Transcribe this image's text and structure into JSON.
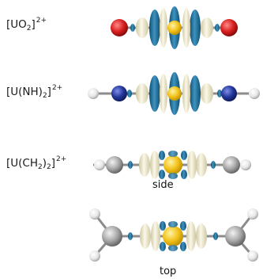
{
  "molecules": [
    {
      "parts": [
        [
          "t",
          "[UO"
        ],
        [
          "sub",
          "2"
        ],
        [
          "t",
          "]"
        ],
        [
          "sup",
          "2+"
        ]
      ]
    },
    {
      "parts": [
        [
          "t",
          "[U(NH)"
        ],
        [
          "sub",
          "2"
        ],
        [
          "t",
          "]"
        ],
        [
          "sup",
          "2+"
        ]
      ]
    },
    {
      "parts": [
        [
          "t",
          "[U(CH"
        ],
        [
          "sub",
          "2"
        ],
        [
          "t",
          ")"
        ],
        [
          "sub",
          "2"
        ],
        [
          "t",
          "]"
        ],
        [
          "sup",
          "2+"
        ]
      ]
    }
  ],
  "views": {
    "side": "side",
    "top": "top"
  },
  "colors": {
    "uranium": "#f2c21a",
    "oxygen": "#d81e1e",
    "nitrogen": "#23379a",
    "carbon": "#9a9a9a",
    "hydrogen": "#e9e9e9",
    "orbital_dark": "#1f6b96",
    "orbital_light": "#f1edd2",
    "bond": "#8c8c8c"
  }
}
